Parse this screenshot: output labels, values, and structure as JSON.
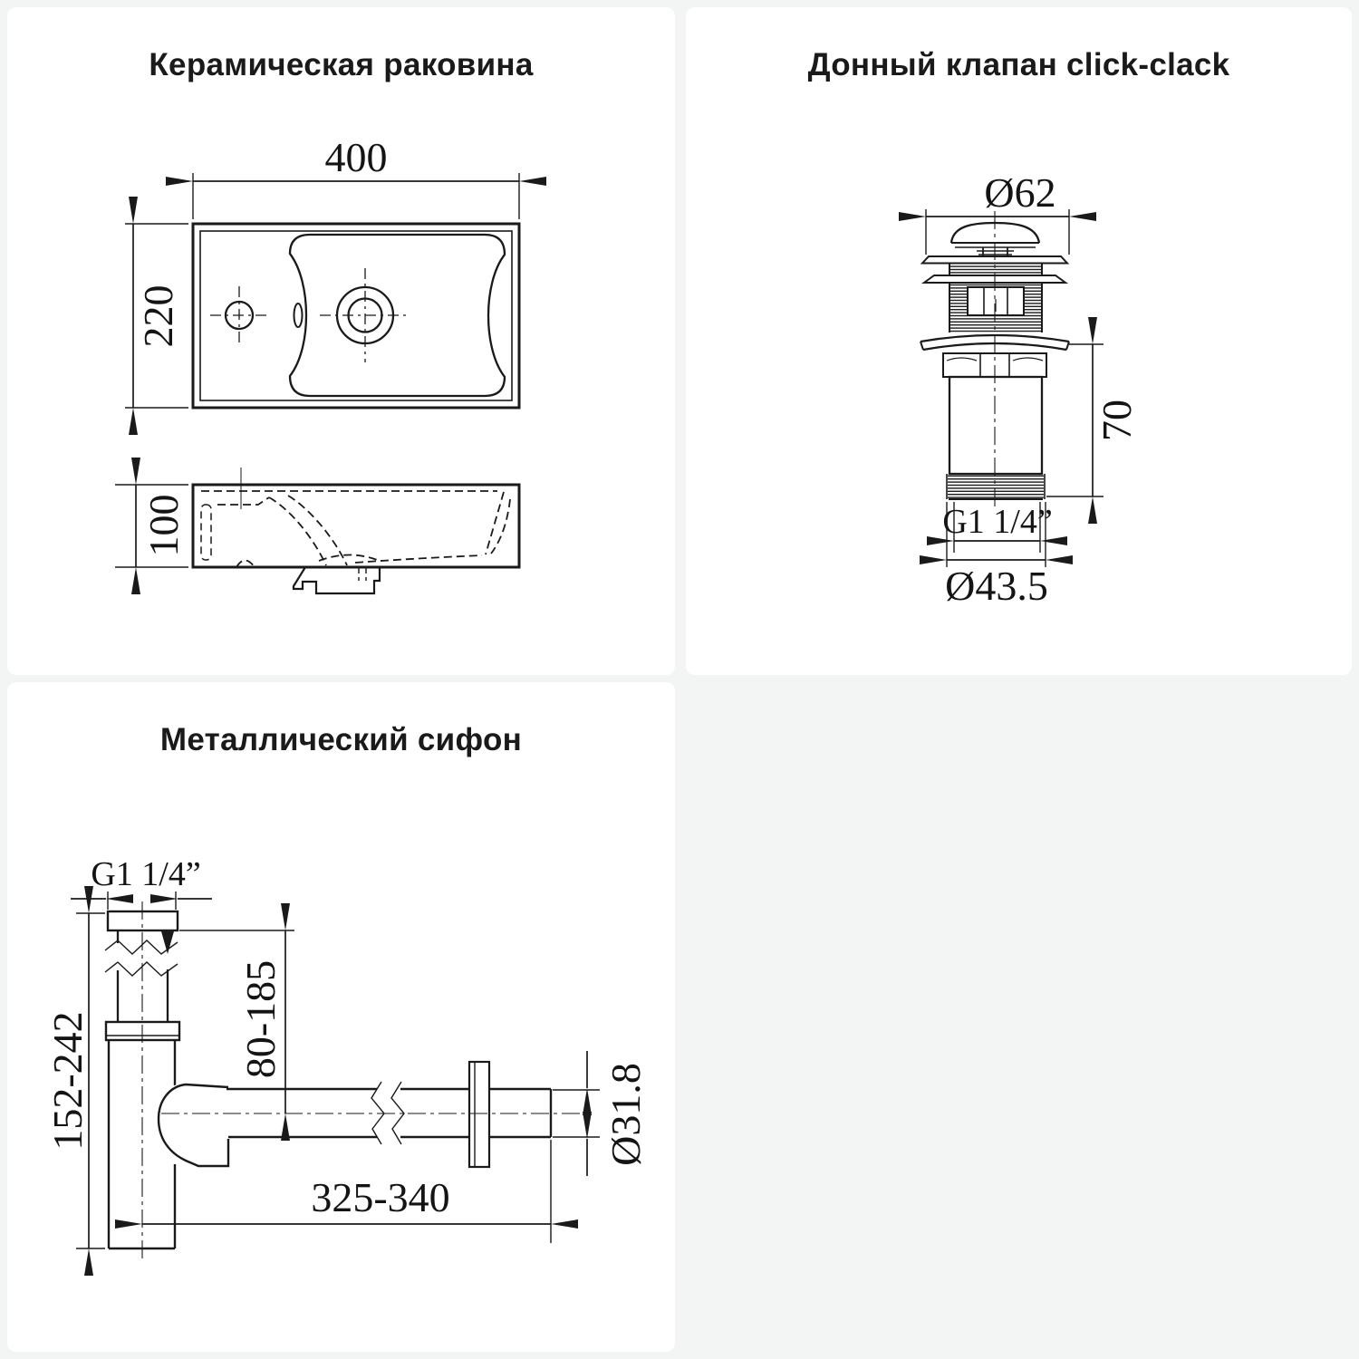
{
  "page": {
    "background": "#f3f4f4",
    "card_background": "#ffffff",
    "line_color": "#1a1a1a",
    "title_color": "#1a1a1a"
  },
  "cards": {
    "sink": {
      "title": "Керамическая раковина",
      "dims": {
        "width_mm": "400",
        "depth_mm": "220",
        "height_mm": "100"
      }
    },
    "valve": {
      "title": "Донный клапан click-clack",
      "dims": {
        "cap_diameter": "Ø62",
        "body_height": "70",
        "thread": "G1 1/4”",
        "outlet_diameter": "Ø43.5"
      }
    },
    "siphon": {
      "title": "Металлический сифон",
      "dims": {
        "thread": "G1 1/4”",
        "height_range": "152-242",
        "inlet_depth_range": "80-185",
        "outlet_length_range": "325-340",
        "outlet_diameter": "Ø31.8"
      }
    }
  }
}
